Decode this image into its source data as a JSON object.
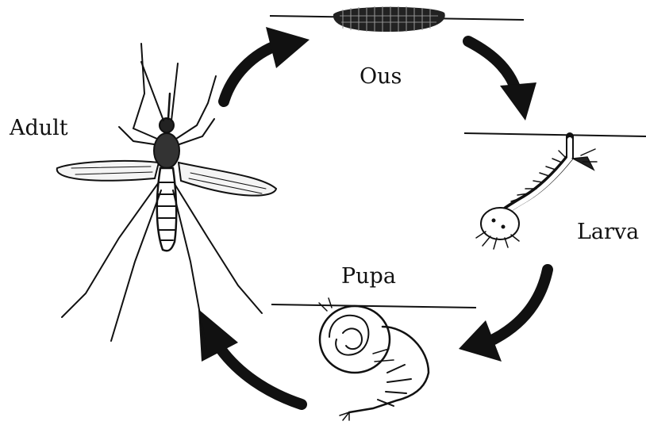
{
  "diagram": {
    "stages": {
      "egg": {
        "label": "Ous"
      },
      "larva": {
        "label": "Larva"
      },
      "pupa": {
        "label": "Pupa"
      },
      "adult": {
        "label": "Adult"
      }
    },
    "colors": {
      "ink": "#111111",
      "background": "#ffffff"
    }
  }
}
